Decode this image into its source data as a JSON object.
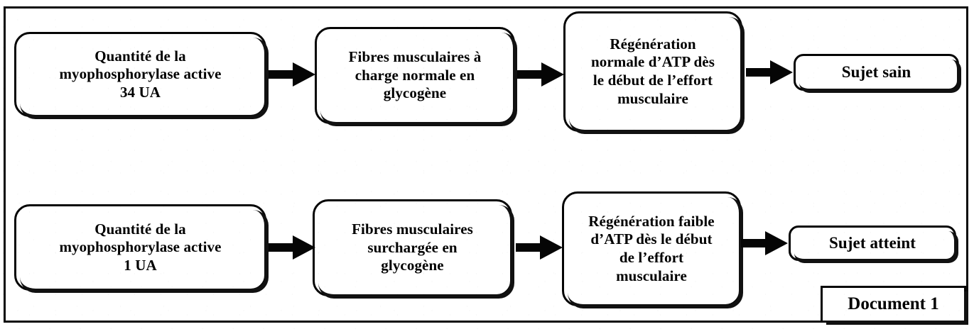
{
  "document": {
    "caption": "Document 1",
    "background_color": "#ffffff",
    "ink_color": "#000000"
  },
  "diagram": {
    "type": "flowchart",
    "orientation": "left-to-right",
    "rows": [
      {
        "id": "healthy-subject-chain",
        "nodes": [
          {
            "id": "r1n1",
            "text": "Quantité de la\nmyophosphorylase active\n34 UA"
          },
          {
            "id": "r1n2",
            "text": "Fibres musculaires à\ncharge normale en\nglycogène"
          },
          {
            "id": "r1n3",
            "text": "Régénération\nnormale d’ATP dès\nle début de l’effort\nmusculaire"
          },
          {
            "id": "r1n4",
            "text": "Sujet sain"
          }
        ],
        "arrows": [
          "r1n1→r1n2",
          "r1n2→r1n3",
          "r1n3→r1n4"
        ]
      },
      {
        "id": "affected-subject-chain",
        "nodes": [
          {
            "id": "r2n1",
            "text": "Quantité de la\nmyophosphorylase active\n1 UA"
          },
          {
            "id": "r2n2",
            "text": "Fibres musculaires\nsurchargée en\nglycogène"
          },
          {
            "id": "r2n3",
            "text": "Régénération faible\nd’ATP dès le début\nde l’effort\nmusculaire"
          },
          {
            "id": "r2n4",
            "text": "Sujet atteint"
          }
        ],
        "arrows": [
          "r2n1→r2n2",
          "r2n2→r2n3",
          "r2n3→r2n4"
        ]
      }
    ]
  }
}
